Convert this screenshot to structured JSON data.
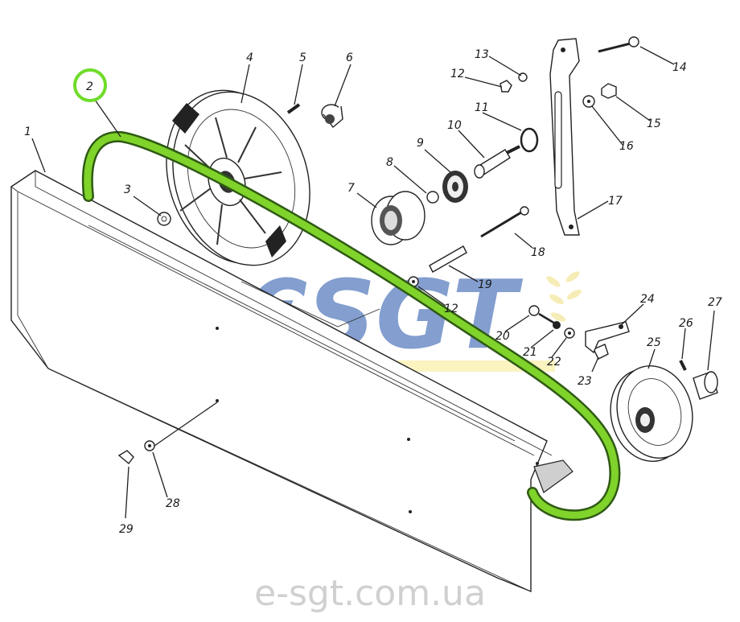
{
  "diagram": {
    "labels": {
      "p1": "1",
      "p2": "2",
      "p3": "3",
      "p4": "4",
      "p5": "5",
      "p6": "6",
      "p7": "7",
      "p8": "8",
      "p9": "9",
      "p10": "10",
      "p11": "11",
      "p12a": "12",
      "p12b": "12",
      "p13": "13",
      "p14": "14",
      "p15": "15",
      "p16": "16",
      "p17": "17",
      "p18": "18",
      "p19": "19",
      "p20": "20",
      "p21": "21",
      "p22": "22",
      "p23": "23",
      "p24": "24",
      "p25": "25",
      "p26": "26",
      "p27": "27",
      "p28": "28",
      "p29": "29"
    },
    "highlight": {
      "part": "2",
      "color": "#7fd32a",
      "ring_color": "#6fdc2a"
    }
  },
  "watermark": {
    "logo_text": "€SGT",
    "footer_text": "e-sgt.com.ua",
    "colors": {
      "blue": "#1f4fa8",
      "yellow": "#f2d21a",
      "gray": "#c8c8c8"
    }
  }
}
